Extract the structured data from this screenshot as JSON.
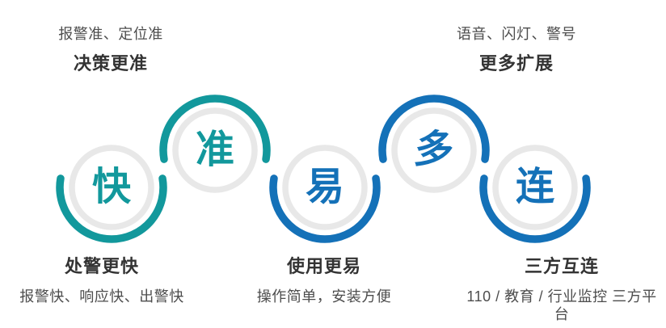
{
  "colors": {
    "teal": "#12989C",
    "blue": "#1471B8",
    "ring": "#E8E8E8",
    "heading_text": "#333333",
    "sub_text": "#4D4D4D"
  },
  "features": [
    {
      "char": "快",
      "heading": "处警更快",
      "subtext": "报警快、响应快、出警快"
    },
    {
      "char": "准",
      "heading": "决策更准",
      "subtext": "报警准、定位准"
    },
    {
      "char": "易",
      "heading": "使用更易",
      "subtext": "操作简单，安装方便"
    },
    {
      "char": "多",
      "heading": "更多扩展",
      "subtext": "语音、闪灯、警号"
    },
    {
      "char": "连",
      "heading": "三方互连",
      "subtext": "110 / 教育 / 行业监控 三方平台"
    }
  ]
}
